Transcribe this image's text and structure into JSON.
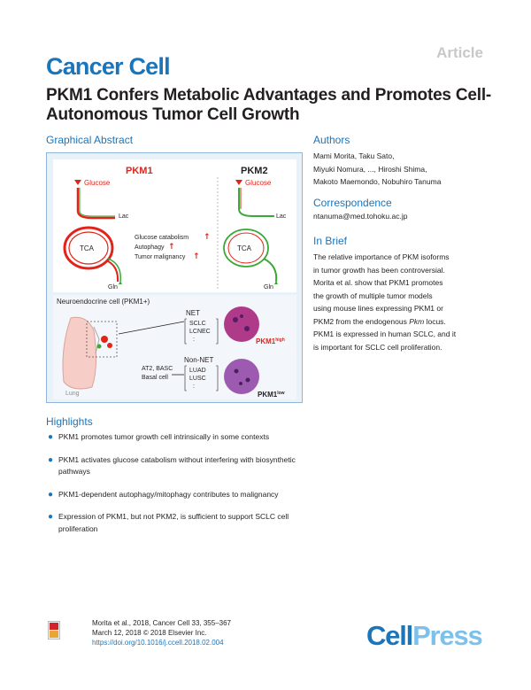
{
  "header": {
    "article_type": "Article",
    "journal": "Cancer Cell"
  },
  "title": "PKM1 Confers Metabolic Advantages and Promotes Cell-Autonomous Tumor Cell Growth",
  "graphical_abstract": {
    "heading": "Graphical Abstract",
    "pkm1": "PKM1",
    "pkm2": "PKM2",
    "glucose": "Glucose",
    "lac": "Lac",
    "tca": "TCA",
    "gln": "Gln",
    "effect1": "Glucose catabolism",
    "effect2": "Autophagy",
    "effect3": "Tumor malignancy",
    "neuroendocrine": "Neuroendocrine cell (PKM1+)",
    "net": "NET",
    "net_types": "SCLC\nLCNEC\n:",
    "non_net": "Non-NET",
    "non_net_types": "LUAD\nLUSC\n:",
    "at2": "AT2, BASC",
    "basal": "Basal cell",
    "lung": "Lung",
    "pkm1_high": "PKM1",
    "pkm1_high_sup": "high",
    "pkm1_low": "PKM1",
    "pkm1_low_sup": "low",
    "colors": {
      "red": "#e2231a",
      "green": "#3aa935",
      "purple": "#8e3a8e"
    }
  },
  "authors": {
    "heading": "Authors",
    "line1": "Mami Morita, Taku Sato,",
    "line2": "Miyuki Nomura, ..., Hiroshi Shima,",
    "line3": "Makoto Maemondo, Nobuhiro Tanuma"
  },
  "correspondence": {
    "heading": "Correspondence",
    "email": "ntanuma@med.tohoku.ac.jp"
  },
  "in_brief": {
    "heading": "In Brief",
    "l1": "The relative importance of PKM isoforms",
    "l2": "in tumor growth has been controversial.",
    "l3": "Morita et al. show that PKM1 promotes",
    "l4": "the growth of multiple tumor models",
    "l5": "using mouse lines expressing PKM1 or",
    "l6a": "PKM2 from the endogenous ",
    "l6b": "Pkm",
    "l6c": " locus.",
    "l7": "PKM1 is expressed in human SCLC, and it",
    "l8": "is important for SCLC cell proliferation."
  },
  "highlights": {
    "heading": "Highlights",
    "items": [
      "PKM1 promotes tumor growth cell intrinsically in some contexts",
      "PKM1 activates glucose catabolism without interfering with biosynthetic pathways",
      "PKM1-dependent autophagy/mitophagy contributes to malignancy",
      "Expression of PKM1, but not PKM2, is sufficient to support SCLC cell proliferation"
    ]
  },
  "footer": {
    "citation": "Morita et al., 2018, Cancer Cell 33, 355–367",
    "date": "March 12, 2018 © 2018 Elsevier Inc.",
    "doi": "https://doi.org/10.1016/j.ccell.2018.02.004",
    "logo_cell": "Cell",
    "logo_press": "Press"
  }
}
